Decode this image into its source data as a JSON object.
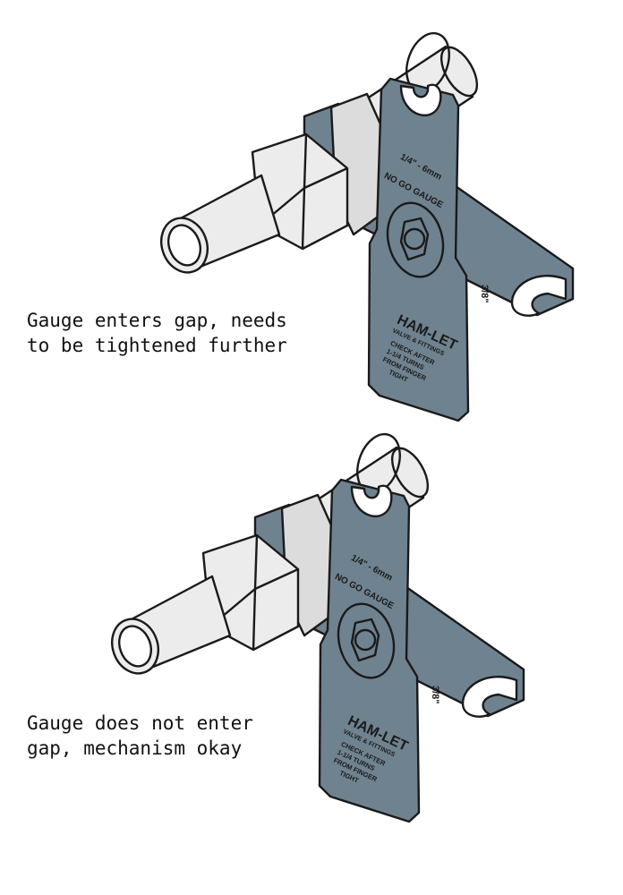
{
  "scenes": [
    {
      "caption": [
        "Gauge enters gap, needs",
        "to be tightened further"
      ],
      "gauge": {
        "size": "1/4\" - 6mm",
        "type": "NO GO GAUGE",
        "brand": "HAM-LET",
        "sub": "VALVE & FITTINGS",
        "note": [
          "CHECK AFTER",
          "1-1/4 TURNS",
          "FROM FINGER",
          "TIGHT"
        ],
        "bar_size": "3/8\""
      }
    },
    {
      "caption": [
        "Gauge does not enter",
        "gap, mechanism okay"
      ],
      "gauge": {
        "size": "1/4\" - 6mm",
        "type": "NO GO GAUGE",
        "brand": "HAM-LET",
        "sub": "VALVE & FITTINGS",
        "note": [
          "CHECK AFTER",
          "1-1/4 TURNS",
          "FROM FINGER",
          "TIGHT"
        ],
        "bar_size": "3/8\""
      }
    }
  ],
  "colors": {
    "gauge": "#6f8290",
    "metal": "#ececec"
  }
}
